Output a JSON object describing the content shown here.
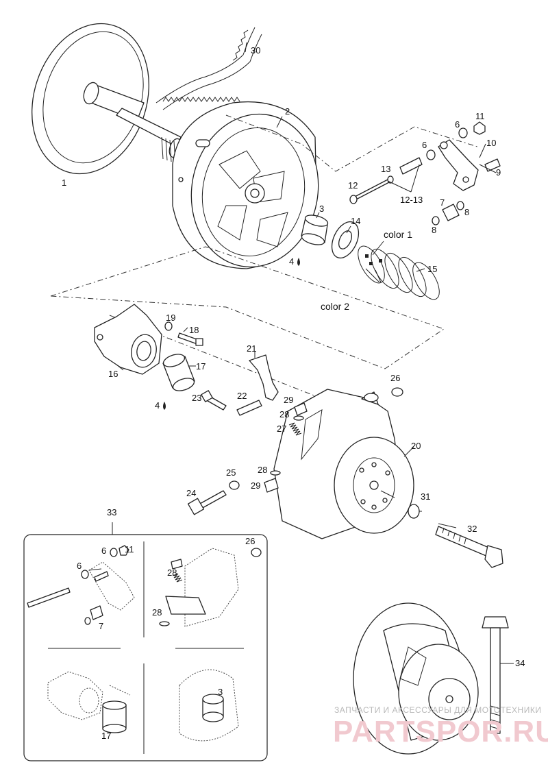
{
  "diagram": {
    "labels": {
      "p1": "1",
      "p2": "2",
      "p3": "3",
      "p4a": "4",
      "p4b": "4",
      "p6a": "6",
      "p6b": "6",
      "p7": "7",
      "p8a": "8",
      "p8b": "8",
      "p9": "9",
      "p10": "10",
      "p11": "11",
      "p12": "12",
      "p13": "13",
      "p1213": "12-13",
      "p14": "14",
      "p15": "15",
      "p16": "16",
      "p17": "17",
      "p18": "18",
      "p19": "19",
      "p20": "20",
      "p21": "21",
      "p22": "22",
      "p23": "23",
      "p24": "24",
      "p25": "25",
      "p26": "26",
      "p27": "27",
      "p28a": "28",
      "p28b": "28",
      "p29a": "29",
      "p29b": "29",
      "p30": "30",
      "p31": "31",
      "p32": "32",
      "p33": "33",
      "p34": "34",
      "color1": "color 1",
      "color2": "color 2"
    },
    "inset_labels": {
      "i6a": "6",
      "i11": "11",
      "i6b": "6",
      "i7": "7",
      "i26": "26",
      "i28a": "28",
      "i28b": "28",
      "i17": "17",
      "i3": "3"
    }
  },
  "watermark": {
    "subtitle": "ЗАПЧАСТИ И АКСЕССУАРЫ ДЛЯ МОТОТЕХНИКИ",
    "brand": "PARTSPOR.RU",
    "color": "#e8a0aa"
  }
}
